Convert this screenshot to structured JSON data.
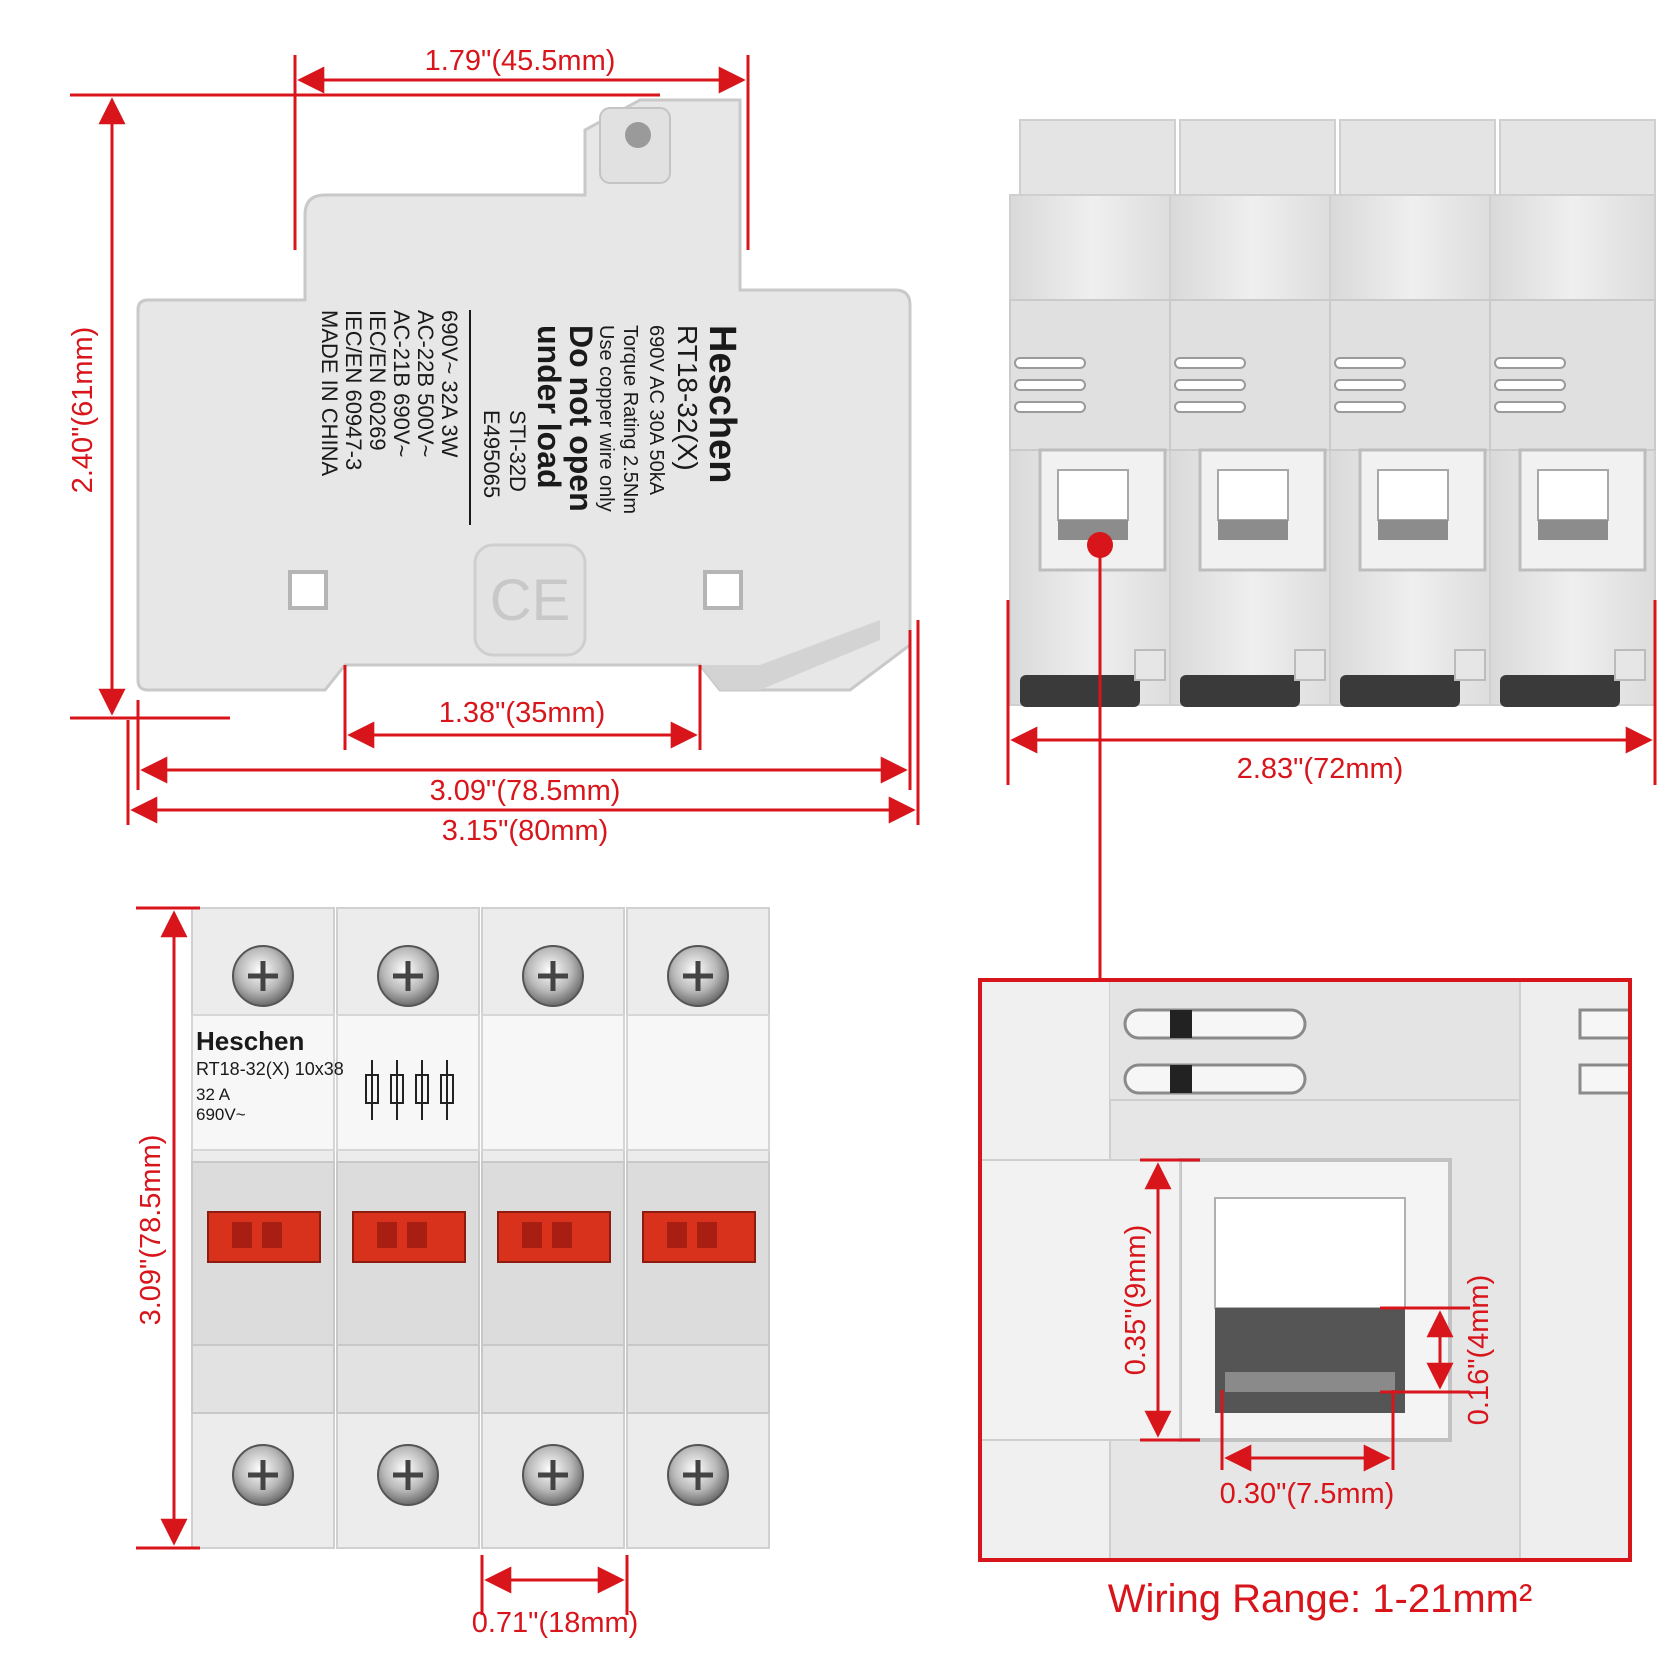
{
  "colors": {
    "accent": "#d8151b",
    "housing": "#e9e9e9",
    "housing_shade": "#d2d2d2",
    "indicator": "#d9321c",
    "terminal_dark": "#3a3a3a"
  },
  "dimensions": {
    "top_width": "1.79\"(45.5mm)",
    "side_height": "2.40\"(61mm)",
    "din_rail": "1.38\"(35mm)",
    "body_width_a": "3.09\"(78.5mm)",
    "body_width_b": "3.15\"(80mm)",
    "front_width": "2.83\"(72mm)",
    "front_height": "3.09\"(78.5mm)",
    "pole_pitch": "0.71\"(18mm)",
    "opening_height": "0.35\"(9mm)",
    "opening_depth": "0.16\"(4mm)",
    "opening_width": "0.30\"(7.5mm)"
  },
  "side_label": {
    "brand": "Heschen",
    "model": "RT18-32(X)",
    "rating": "690V AC 30A 50kA",
    "torque": "Torque Rating 2.5Nm",
    "wire": "Use copper wire only",
    "warning_1": "Do not open",
    "warning_2": "under load",
    "code": "STI-32D",
    "file_no": "E495065",
    "spec_1": "690V~ 32A 3W",
    "spec_2": "AC-22B 500V~",
    "spec_3": "AC-21B 690V~",
    "std_1": "IEC/EN 60269",
    "std_2": "IEC/EN 60947-3",
    "origin": "MADE IN CHINA",
    "ce_mark": "CE"
  },
  "front_label": {
    "brand": "Heschen",
    "model": "RT18-32(X) 10x38",
    "current": "32 A",
    "voltage": "690V~"
  },
  "caption": "Wiring Range: 1-21mm²"
}
